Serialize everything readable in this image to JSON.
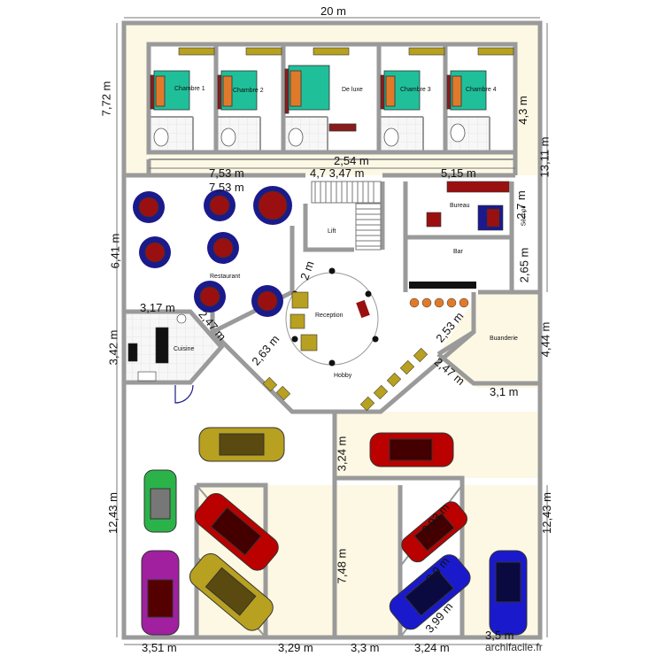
{
  "plan": {
    "rooms": {
      "chambre1": "Chambre 1",
      "chambre2": "Chambre 2",
      "deluxe": "De luxe",
      "chambre3": "Chambre 3",
      "chambre4": "Chambre 4",
      "lift": "Lift",
      "bureau": "Bureau",
      "sechoir": "Séchoir",
      "bar": "Bar",
      "restaurant": "Restaurant",
      "reception": "Reception",
      "cuisine": "Cuisine",
      "buanderie": "Buanderie",
      "hobby": "Hobby"
    },
    "dimensions": {
      "top": "20 m",
      "left_upper": "7,72 m",
      "rooms_height": "4,3 m",
      "right_total": "13,11 m",
      "corridor": "2,54 m",
      "span_left": "7,53 m",
      "span_mid": "4,7 3,47 m",
      "span_right": "5,15 m",
      "span_left2": "7,53 m",
      "bureau_h": "2,7 m",
      "resto_h": "6,41 m",
      "bar_h": "2,65 m",
      "diag_2m": "2 m",
      "kitchen_w": "3,17 m",
      "kitchen_diag": "2,47 m",
      "kitchen_h": "3,42 m",
      "recep_diag_left": "2,63 m",
      "recep_diag_right": "2,53 m",
      "buanderie_h": "4,44 m",
      "buanderie_diag": "2,47 m",
      "buanderie_w": "3,1 m",
      "parking_mid": "3,24 m",
      "parking_left": "12,43 m",
      "parking_right": "12,43 m",
      "parking_center": "7,48 m",
      "slot_393": "3,93 m",
      "slot_39": "3,9 m",
      "slot_399": "3,99 m",
      "bottom_351": "3,51 m",
      "bottom_329": "3,29 m",
      "bottom_33": "3,3 m",
      "bottom_324": "3,24 m",
      "bottom_35": "3,5 m"
    },
    "watermark": "archifacile.fr"
  }
}
